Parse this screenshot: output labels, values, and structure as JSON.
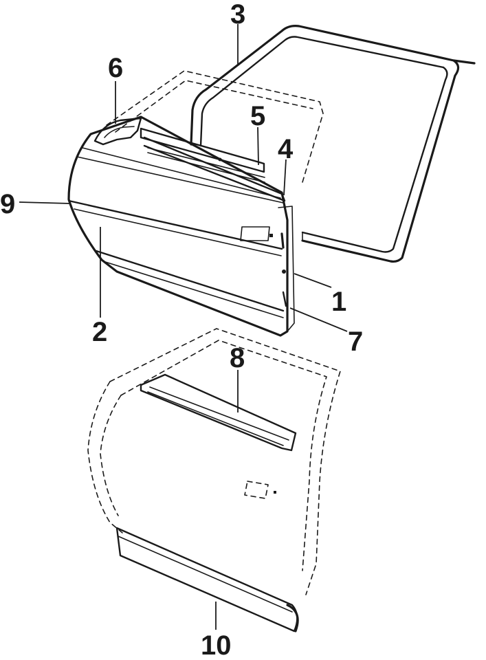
{
  "callouts": [
    {
      "id": "1",
      "label": "1"
    },
    {
      "id": "2",
      "label": "2"
    },
    {
      "id": "3",
      "label": "3"
    },
    {
      "id": "4",
      "label": "4"
    },
    {
      "id": "5",
      "label": "5"
    },
    {
      "id": "6",
      "label": "6"
    },
    {
      "id": "7",
      "label": "7"
    },
    {
      "id": "8",
      "label": "8"
    },
    {
      "id": "9",
      "label": "9"
    },
    {
      "id": "10",
      "label": "10"
    }
  ],
  "colors": {
    "ink": "#1a1a1a",
    "background": "#ffffff"
  }
}
